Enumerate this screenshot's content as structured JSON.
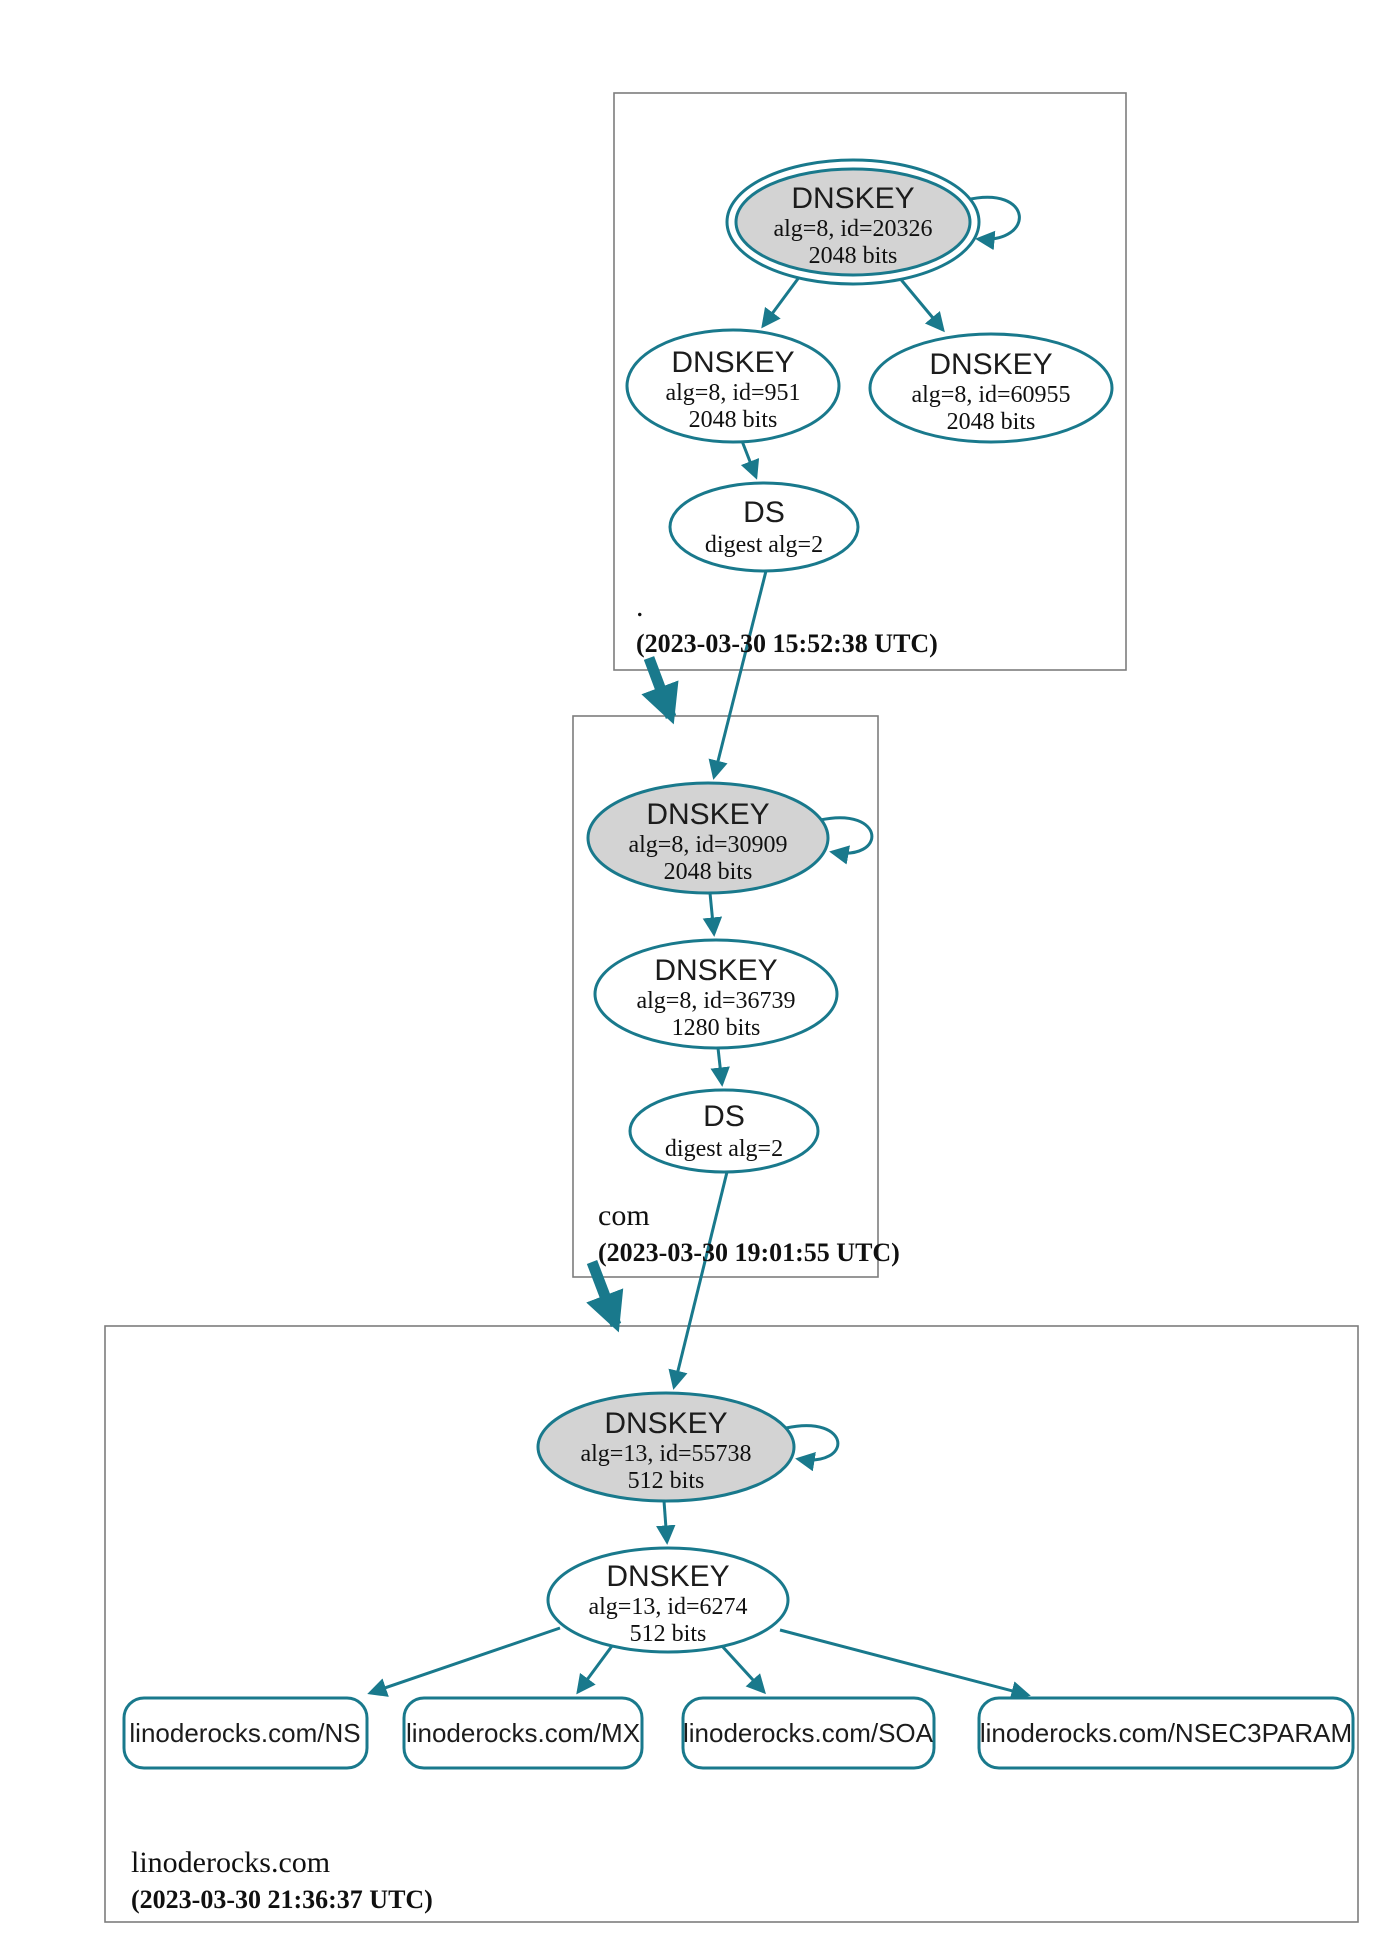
{
  "colors": {
    "edge_teal": "#19798c",
    "ksk_fill_gray": "#d3d3d3",
    "zone_border_gray": "#7d7d7d",
    "background": "#ffffff"
  },
  "zones": [
    {
      "label": ".",
      "timestamp": "(2023-03-30 15:52:38 UTC)",
      "nodes": [
        {
          "line1": "DNSKEY",
          "line2": "alg=8, id=20326",
          "line3": "2048 bits"
        },
        {
          "line1": "DNSKEY",
          "line2": "alg=8, id=951",
          "line3": "2048 bits"
        },
        {
          "line1": "DNSKEY",
          "line2": "alg=8, id=60955",
          "line3": "2048 bits"
        },
        {
          "line1": "DS",
          "line2": "digest alg=2"
        }
      ]
    },
    {
      "label": "com",
      "timestamp": "(2023-03-30 19:01:55 UTC)",
      "nodes": [
        {
          "line1": "DNSKEY",
          "line2": "alg=8, id=30909",
          "line3": "2048 bits"
        },
        {
          "line1": "DNSKEY",
          "line2": "alg=8, id=36739",
          "line3": "1280 bits"
        },
        {
          "line1": "DS",
          "line2": "digest alg=2"
        }
      ]
    },
    {
      "label": "linoderocks.com",
      "timestamp": "(2023-03-30 21:36:37 UTC)",
      "nodes": [
        {
          "line1": "DNSKEY",
          "line2": "alg=13, id=55738",
          "line3": "512 bits"
        },
        {
          "line1": "DNSKEY",
          "line2": "alg=13, id=6274",
          "line3": "512 bits"
        }
      ],
      "rrsets": [
        "linoderocks.com/NS",
        "linoderocks.com/MX",
        "linoderocks.com/SOA",
        "linoderocks.com/NSEC3PARAM"
      ]
    }
  ]
}
